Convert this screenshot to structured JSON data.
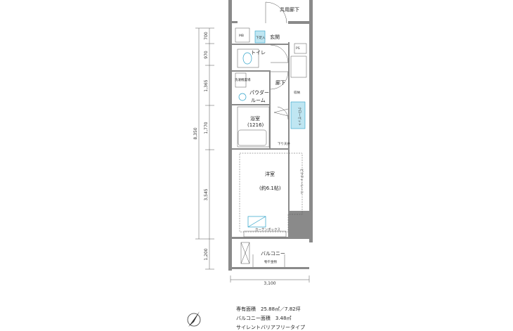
{
  "plan": {
    "corridor_label": "共用廊下",
    "rooms": {
      "entrance": "玄関",
      "shoe": "下足入",
      "mb": "MB",
      "ps": "PS",
      "toilet": "トイレ",
      "hall": "廊下",
      "washer": "洗濯機置場",
      "powder_1": "パウダー",
      "powder_2": "ルーム",
      "bath": "浴室",
      "bath_size": "(1216)",
      "storage": "収納",
      "closet": "クローゼット",
      "western_room": "洋室",
      "western_size": "(約6.1帖)",
      "balcony": "バルコニー",
      "curtain_box": "カーテンボックス",
      "hanger": "物干金物",
      "ceiling": "下り天井",
      "rail": "ピクチャーレール"
    },
    "dimensions": {
      "d1": "700",
      "d2": "970",
      "d3": "1,365",
      "d4": "1,770",
      "d5": "3,545",
      "d6": "1,200",
      "total": "8,350",
      "width": "3,100"
    }
  },
  "info": {
    "area_private": "専有面積　25.88㎡／7.82坪",
    "area_balcony": "バルコニー面積　3.48㎡",
    "type": "サイレントバリアフリータイプ"
  },
  "compass": {
    "icon": "north-arrow-icon"
  }
}
